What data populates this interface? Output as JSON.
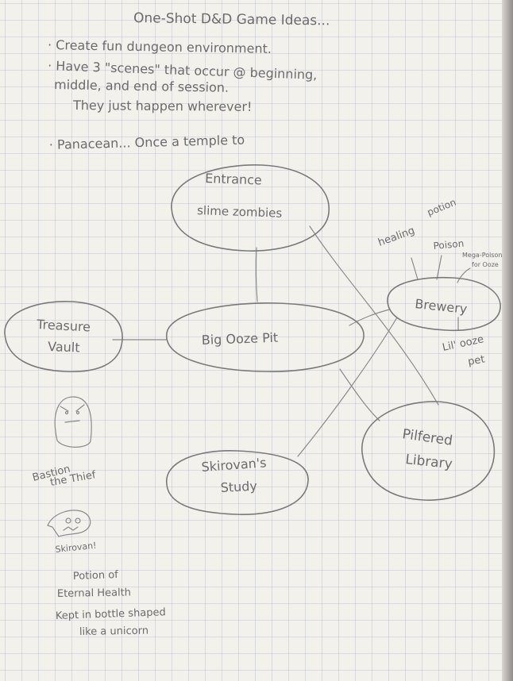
{
  "title": "One-Shot D&D Game Ideas...",
  "notes": [
    "· Create fun dungeon environment.",
    "· Have 3 \"scenes\" that occur @ beginning,",
    "middle, and end of session.",
    "They just happen wherever!",
    "· Panacean... Once a temple to"
  ],
  "nodes": {
    "entrance_title": "Entrance",
    "entrance_body": "slime zombies",
    "ooze_pit": "Big Ooze Pit",
    "treasure_1": "Treasure",
    "treasure_2": "Vault",
    "brewery": "Brewery",
    "library_1": "Pilfered",
    "library_2": "Library",
    "study_1": "Skirovan's",
    "study_2": "Study"
  },
  "brewery_items": {
    "healing_1": "healing",
    "healing_2": "potion",
    "poison": "Poison",
    "mega_1": "Mega-Poison",
    "mega_2": "for Ooze",
    "pet_1": "Lil' ooze",
    "pet_2": "pet"
  },
  "side_notes": {
    "bastion_1": "Bastion",
    "bastion_2": "the Thief",
    "skirovan": "Skirovan!",
    "potion": [
      "Potion of",
      "Eternal Health",
      "Kept in bottle shaped",
      "like a unicorn"
    ]
  }
}
